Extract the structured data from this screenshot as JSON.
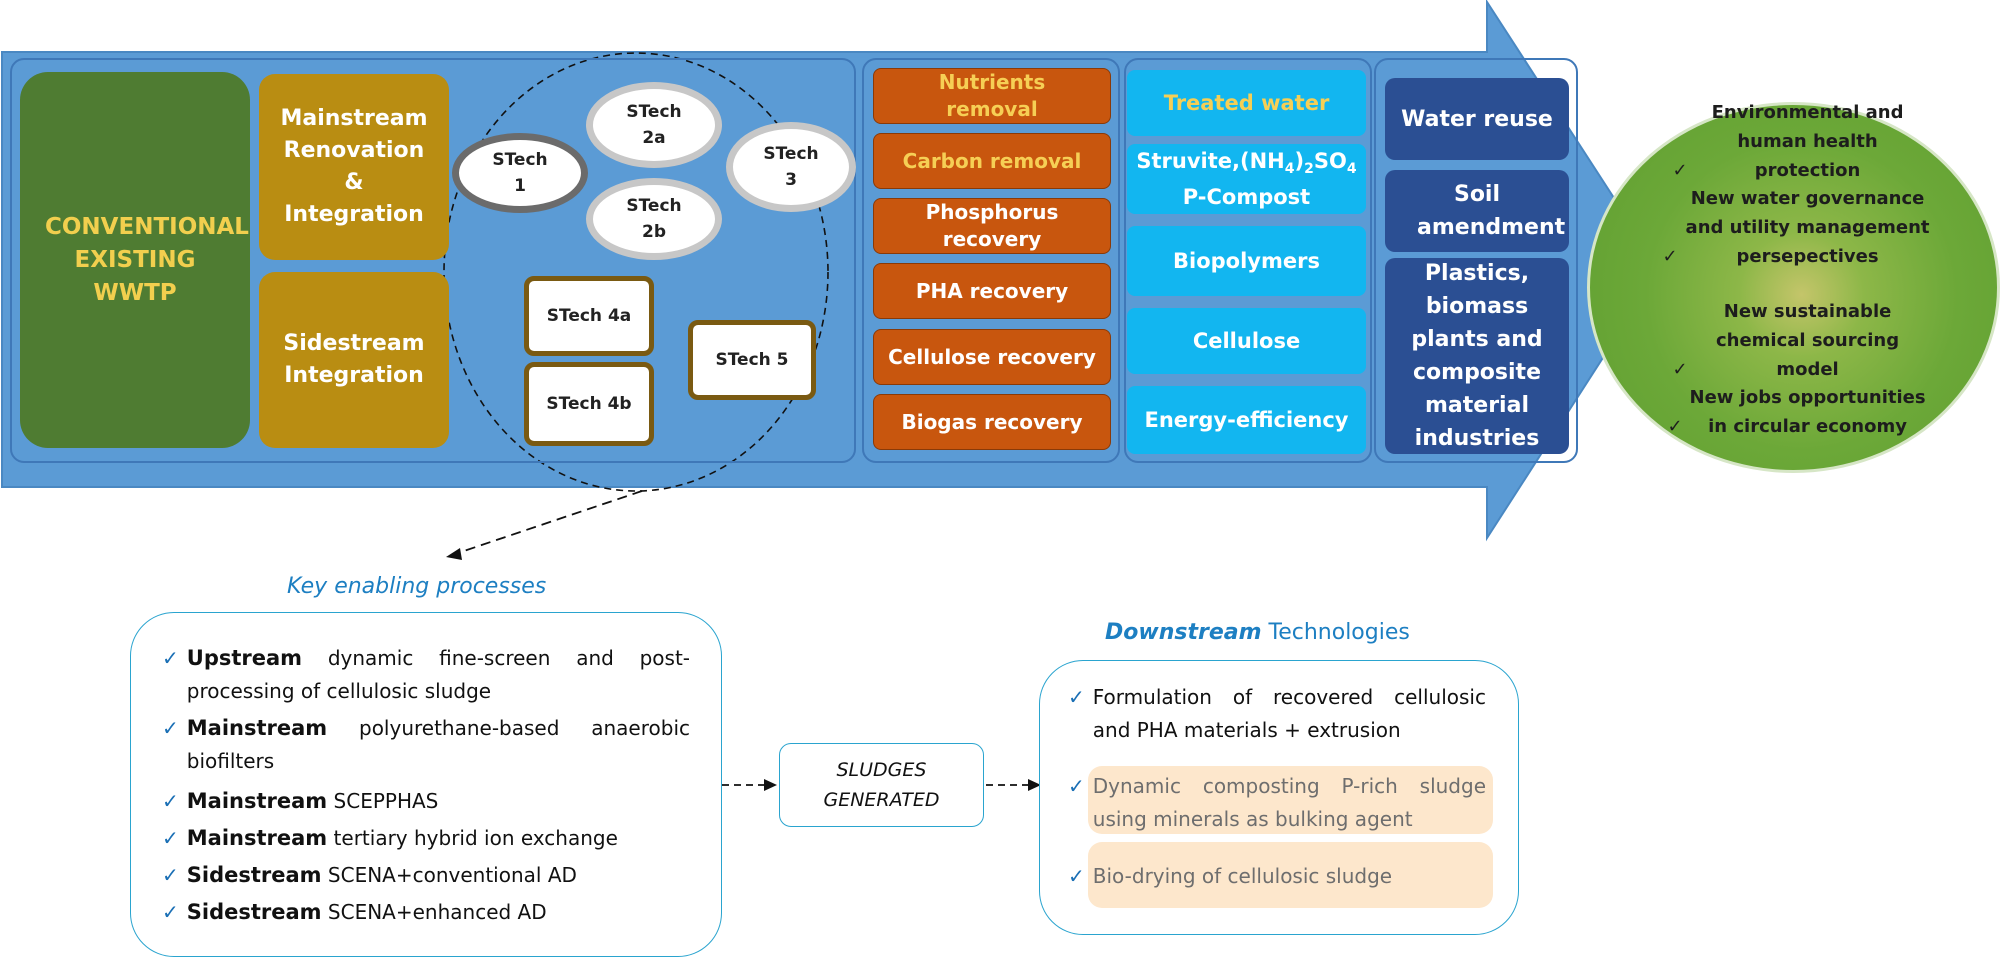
{
  "conventional": "CONVENTIONAL EXISTING WWTP",
  "mainstream_block": "Mainstream Renovation & Integration",
  "sidestream_block": "Sidestream Integration",
  "stech": {
    "s1": "STech 1",
    "s2a": "STech 2a",
    "s2b": "STech 2b",
    "s3": "STech 3",
    "s4a": "STech 4a",
    "s4b": "STech 4b",
    "s5": "STech 5"
  },
  "processes": [
    "Nutrients removal",
    "Carbon removal",
    "Phosphorus recovery",
    "PHA recovery",
    "Cellulose recovery",
    "Biogas recovery"
  ],
  "products": {
    "treated_water": "Treated water",
    "struvite": "Struvite,(NH",
    "struvite_sub4": "4",
    "struvite_mid": ")",
    "struvite_sub2": "2",
    "struvite_end": "SO",
    "struvite_sub4b": "4",
    "pcompost": "P-Compost",
    "biopolymers": "Biopolymers",
    "cellulose": "Cellulose",
    "energy": "Energy-efficiency"
  },
  "uses": {
    "water_reuse": "Water reuse",
    "soil": "Soil amendment",
    "plastics": "Plastics, biomass plants and composite material industries"
  },
  "benefits": [
    "Environmental and human health protection",
    "New water governance and utility management persepectives",
    "New  sustainable chemical sourcing model",
    "New jobs opportunities in circular economy"
  ],
  "check_mark": "✓",
  "key_enabling": {
    "title": "Key enabling processes",
    "items": [
      {
        "bold": "Upstream",
        "text": "dynamic fine-screen and post-processing of cellulosic sludge"
      },
      {
        "bold": "Mainstream",
        "text": "polyurethane-based anaerobic biofilters"
      },
      {
        "bold": "Mainstream",
        "text": "SCEPPHAS"
      },
      {
        "bold": "Mainstream",
        "text": "tertiary hybrid ion exchange"
      },
      {
        "bold": "Sidestream",
        "text": "SCENA+conventional AD"
      },
      {
        "bold": "Sidestream",
        "text": "SCENA+enhanced AD"
      }
    ]
  },
  "sludges": {
    "line1": "SLUDGES",
    "line2": "GENERATED"
  },
  "downstream": {
    "title_bold": "Downstream",
    "title_rest": "Technologies",
    "items": [
      "Formulation of recovered cellulosic and PHA materials + extrusion",
      "Dynamic composting P-rich sludge using minerals as bulking agent",
      "Bio-drying of cellulosic sludge"
    ]
  },
  "colors": {
    "arrow": "#5b9bd5",
    "conventional": "#4f7c32",
    "gold": "#b98d12",
    "orange": "#c8560e",
    "cyan": "#12b6f0",
    "navy": "#2b4f93",
    "green_circle": "#6ca838"
  }
}
